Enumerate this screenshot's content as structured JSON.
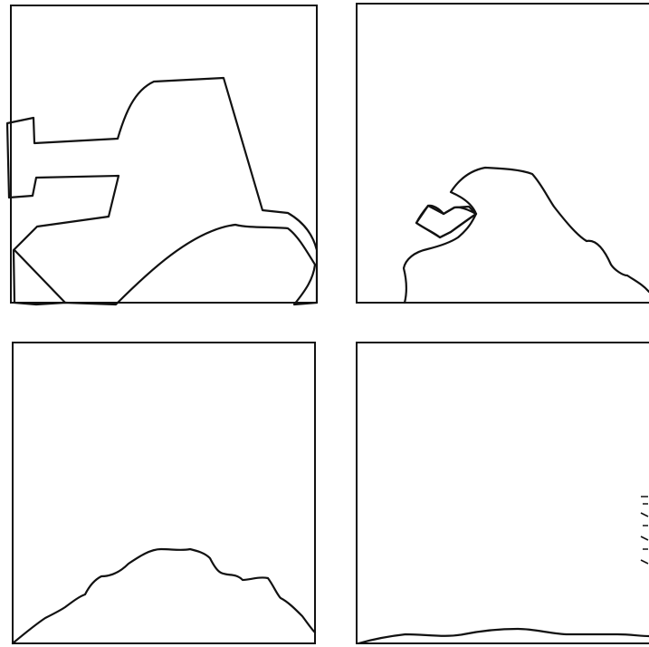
{
  "figure": {
    "panels": [
      {
        "id": "top-left",
        "shape": "robot-like outline"
      },
      {
        "id": "top-right",
        "shape": "head-and-hand outline"
      },
      {
        "id": "bottom-left",
        "shape": "mound outline"
      },
      {
        "id": "bottom-right",
        "shape": "flat outline"
      }
    ],
    "colors": {
      "background": "#ffffff",
      "line": "#111111"
    }
  }
}
